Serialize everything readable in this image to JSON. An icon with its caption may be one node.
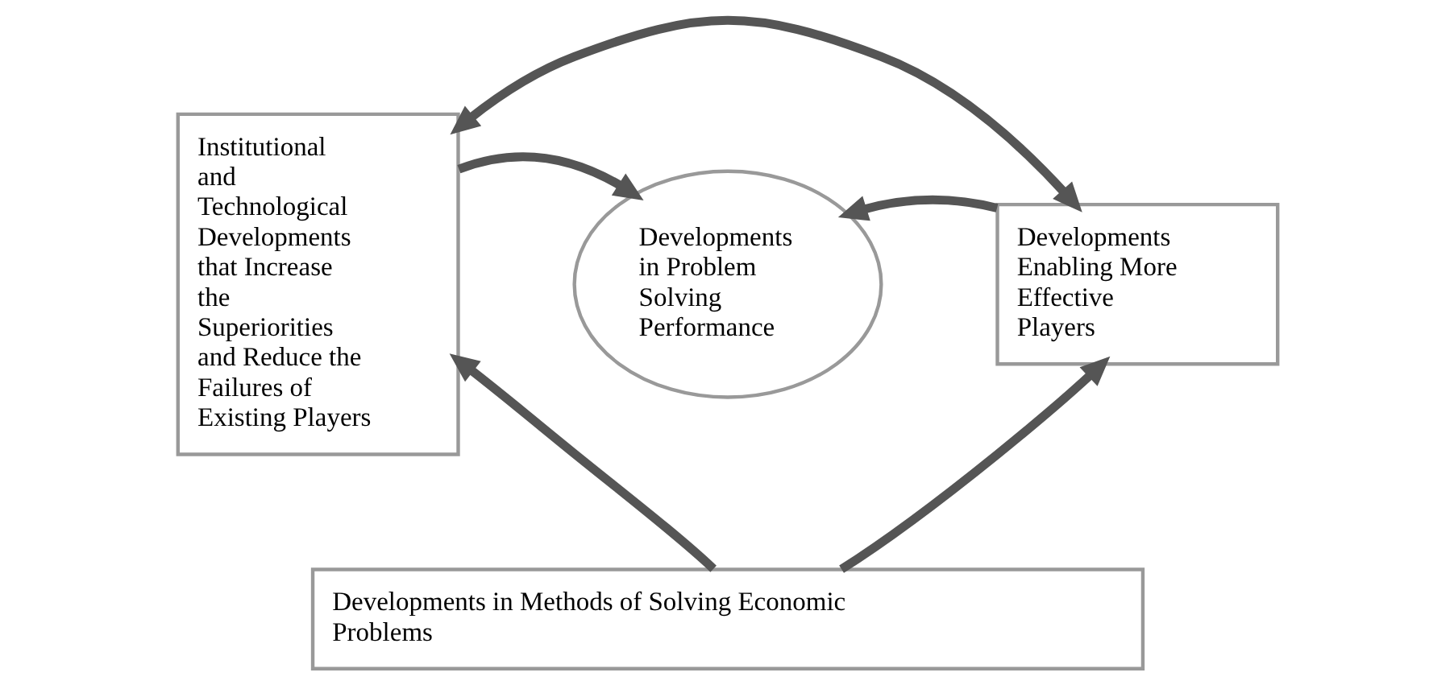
{
  "diagram": {
    "nodes": [
      {
        "text": [
          "Institutional and Technological Developments that Increase the Superiorities and Reduce the Failures of Existing Players"
        ]
      },
      {
        "text": [
          "Developments Enabling More Effective Players"
        ]
      },
      {
        "text": [
          "Developments in Problem Solving Performance"
        ]
      },
      {
        "text": [
          "Developments in Methods of Solving Economic Problems"
        ]
      }
    ],
    "edges": [
      {
        "from": 0,
        "to": 1,
        "arrow": "both"
      },
      {
        "from": 0,
        "to": 2,
        "arrow": "to"
      },
      {
        "from": 1,
        "to": 2,
        "arrow": "to"
      },
      {
        "from": 3,
        "to": 0,
        "arrow": "to"
      },
      {
        "from": 3,
        "to": 1,
        "arrow": "to"
      }
    ]
  }
}
